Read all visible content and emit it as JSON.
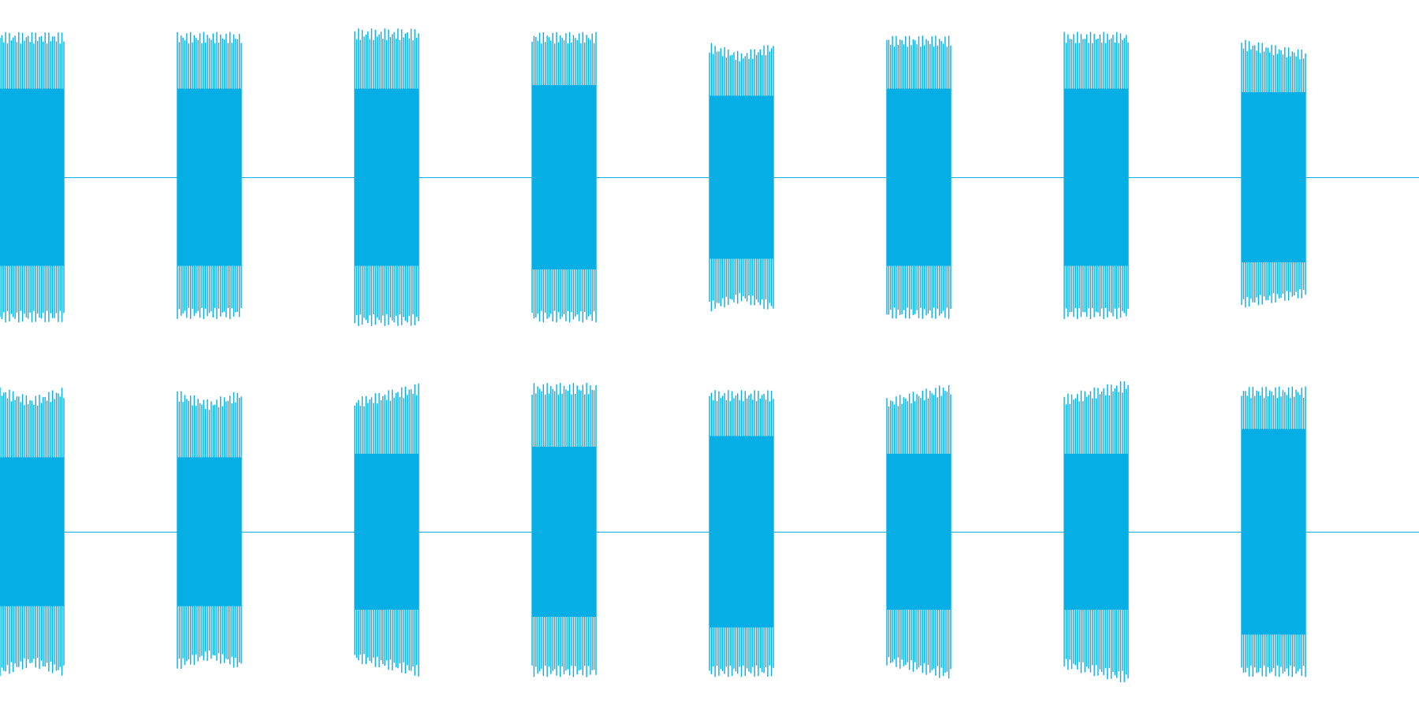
{
  "colors": {
    "background": "#ffffff",
    "waveform": "#06aee6"
  },
  "chart_data": {
    "type": "line",
    "x_unit": "bursts",
    "series": [
      {
        "bursts": [
          {
            "start": 0.0,
            "end": 0.045,
            "peak_top": 0.82,
            "peak_bottom": 0.82,
            "core": 0.5,
            "envelope": "flat"
          },
          {
            "start": 0.125,
            "end": 0.17,
            "peak_top": 0.82,
            "peak_bottom": 0.8,
            "core": 0.5,
            "envelope": "flat"
          },
          {
            "start": 0.25,
            "end": 0.295,
            "peak_top": 0.84,
            "peak_bottom": 0.84,
            "core": 0.5,
            "envelope": "flat"
          },
          {
            "start": 0.375,
            "end": 0.42,
            "peak_top": 0.82,
            "peak_bottom": 0.82,
            "core": 0.52,
            "envelope": "flat"
          },
          {
            "start": 0.5,
            "end": 0.545,
            "peak_top": 0.76,
            "peak_bottom": 0.76,
            "core": 0.46,
            "envelope": "pinch"
          },
          {
            "start": 0.625,
            "end": 0.67,
            "peak_top": 0.8,
            "peak_bottom": 0.8,
            "core": 0.5,
            "envelope": "flat"
          },
          {
            "start": 0.75,
            "end": 0.795,
            "peak_top": 0.82,
            "peak_bottom": 0.8,
            "core": 0.5,
            "envelope": "flat"
          },
          {
            "start": 0.875,
            "end": 0.92,
            "peak_top": 0.78,
            "peak_bottom": 0.74,
            "core": 0.48,
            "envelope": "decay"
          }
        ]
      },
      {
        "bursts": [
          {
            "start": 0.0,
            "end": 0.045,
            "peak_top": 0.82,
            "peak_bottom": 0.82,
            "core": 0.42,
            "envelope": "pinch"
          },
          {
            "start": 0.125,
            "end": 0.17,
            "peak_top": 0.8,
            "peak_bottom": 0.78,
            "core": 0.42,
            "envelope": "pinch"
          },
          {
            "start": 0.25,
            "end": 0.295,
            "peak_top": 0.84,
            "peak_bottom": 0.82,
            "core": 0.44,
            "envelope": "rise"
          },
          {
            "start": 0.375,
            "end": 0.42,
            "peak_top": 0.84,
            "peak_bottom": 0.82,
            "core": 0.48,
            "envelope": "flat"
          },
          {
            "start": 0.5,
            "end": 0.545,
            "peak_top": 0.8,
            "peak_bottom": 0.82,
            "core": 0.54,
            "envelope": "flat"
          },
          {
            "start": 0.625,
            "end": 0.67,
            "peak_top": 0.84,
            "peak_bottom": 0.84,
            "core": 0.44,
            "envelope": "rise"
          },
          {
            "start": 0.75,
            "end": 0.795,
            "peak_top": 0.86,
            "peak_bottom": 0.86,
            "core": 0.44,
            "envelope": "rise"
          },
          {
            "start": 0.875,
            "end": 0.92,
            "peak_top": 0.82,
            "peak_bottom": 0.82,
            "core": 0.58,
            "envelope": "flat"
          }
        ]
      }
    ],
    "grid": false,
    "legend": "none"
  }
}
